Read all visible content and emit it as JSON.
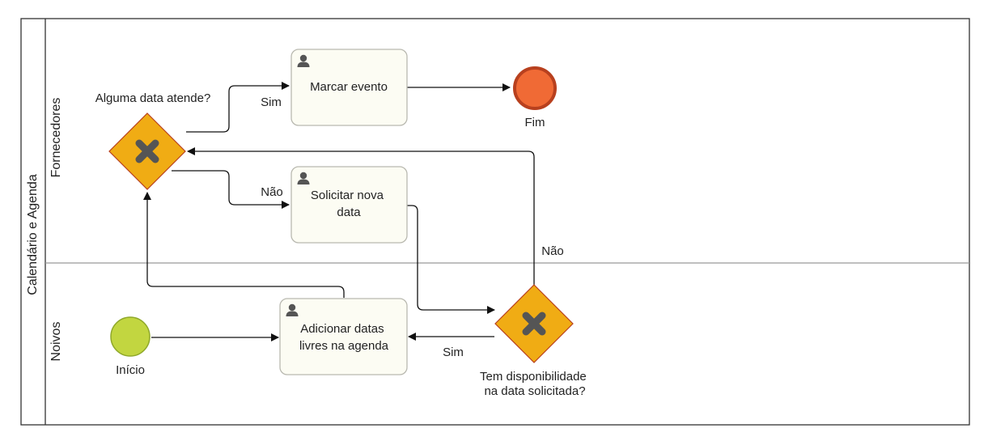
{
  "pool": {
    "label": "Calendário e Agenda"
  },
  "lanes": [
    {
      "id": "fornecedores",
      "label": "Fornecedores"
    },
    {
      "id": "noivos",
      "label": "Noivos"
    }
  ],
  "tasks": {
    "marcar_evento": {
      "lines": [
        "Marcar evento"
      ]
    },
    "solicitar_nova_data": {
      "lines": [
        "Solicitar nova",
        "data"
      ]
    },
    "adicionar_datas": {
      "lines": [
        "Adicionar datas",
        "livres na agenda"
      ]
    }
  },
  "gateways": {
    "alguma_data": {
      "lines": [
        "Alguma data atende?"
      ]
    },
    "tem_disponibilidade": {
      "lines": [
        "Tem disponibilidade",
        "na data solicitada?"
      ]
    }
  },
  "events": {
    "inicio": {
      "label": "Início",
      "color": "#c2d640"
    },
    "fim": {
      "label": "Fim",
      "color": "#f06a35"
    }
  },
  "flow_labels": {
    "sim_top": "Sim",
    "nao_top": "Não",
    "nao_right": "Não",
    "sim_bottom": "Sim"
  },
  "colors": {
    "gateway_fill": "#f0ac14",
    "gateway_stroke": "#b8401e",
    "task_fill": "#fcfcf3",
    "end_stroke": "#b8401e",
    "start_stroke": "#8fa82a"
  }
}
